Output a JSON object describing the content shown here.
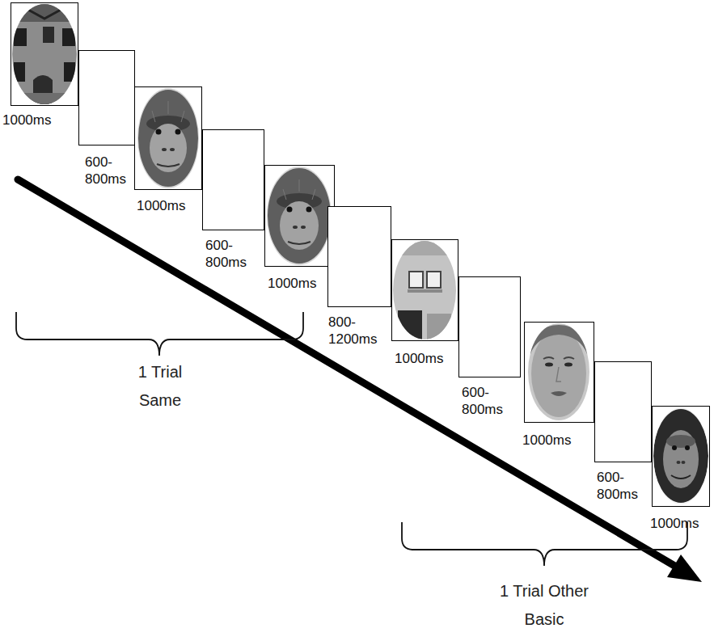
{
  "diagram": {
    "nodes": [
      {
        "text": [
          "1000ms"
        ]
      },
      {
        "text": [
          "600-800ms"
        ]
      },
      {
        "text": [
          "1000ms"
        ]
      },
      {
        "text": [
          "600-800ms"
        ]
      },
      {
        "text": [
          "1000ms"
        ]
      },
      {
        "text": [
          "800-1200ms"
        ]
      },
      {
        "text": [
          "1000ms"
        ]
      },
      {
        "text": [
          "600-800ms"
        ]
      },
      {
        "text": [
          "1000ms"
        ]
      },
      {
        "text": [
          "600-800ms"
        ]
      },
      {
        "text": [
          "1000ms"
        ]
      }
    ],
    "labels": [
      "1 Trial Same",
      "1 Trial Other Basic"
    ]
  }
}
